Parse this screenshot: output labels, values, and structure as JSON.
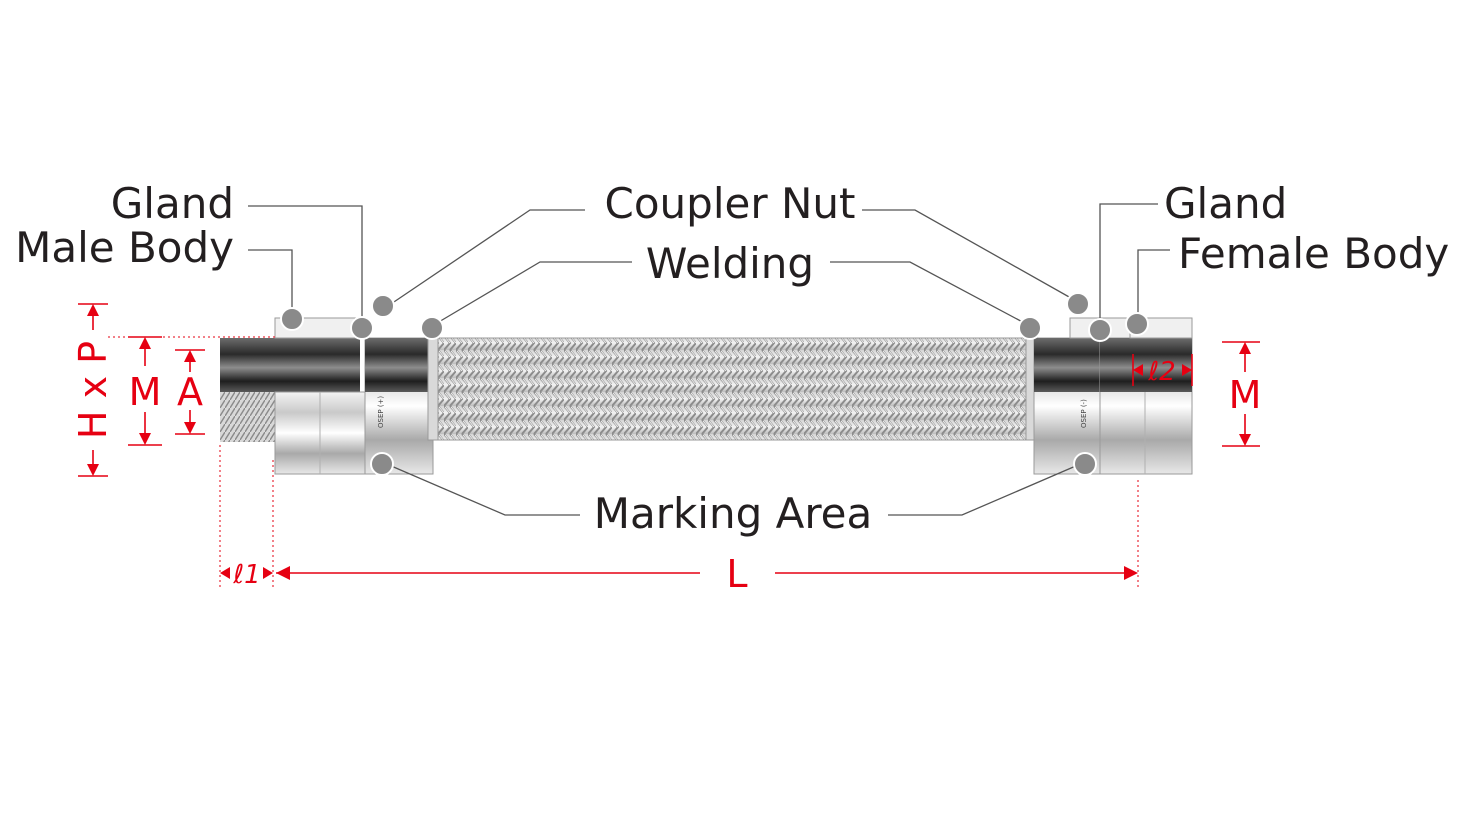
{
  "labels": {
    "gland_left": "Gland",
    "male_body": "Male Body",
    "coupler_nut": "Coupler Nut",
    "welding": "Welding",
    "gland_right": "Gland",
    "female_body": "Female Body",
    "marking_area": "Marking Area"
  },
  "dimensions": {
    "h_x_p": "H x P",
    "m_left": "M",
    "a": "A",
    "m_right": "M",
    "l1": "ℓ1",
    "l2": "ℓ2",
    "l": "L"
  },
  "marking_text": {
    "left": "OSEP (+)",
    "right": "OSEP (-)"
  },
  "colors": {
    "dimension": "#e60012",
    "label_text": "#231f20",
    "leader": "#555555",
    "marker_dot": "#8a8a8a"
  }
}
